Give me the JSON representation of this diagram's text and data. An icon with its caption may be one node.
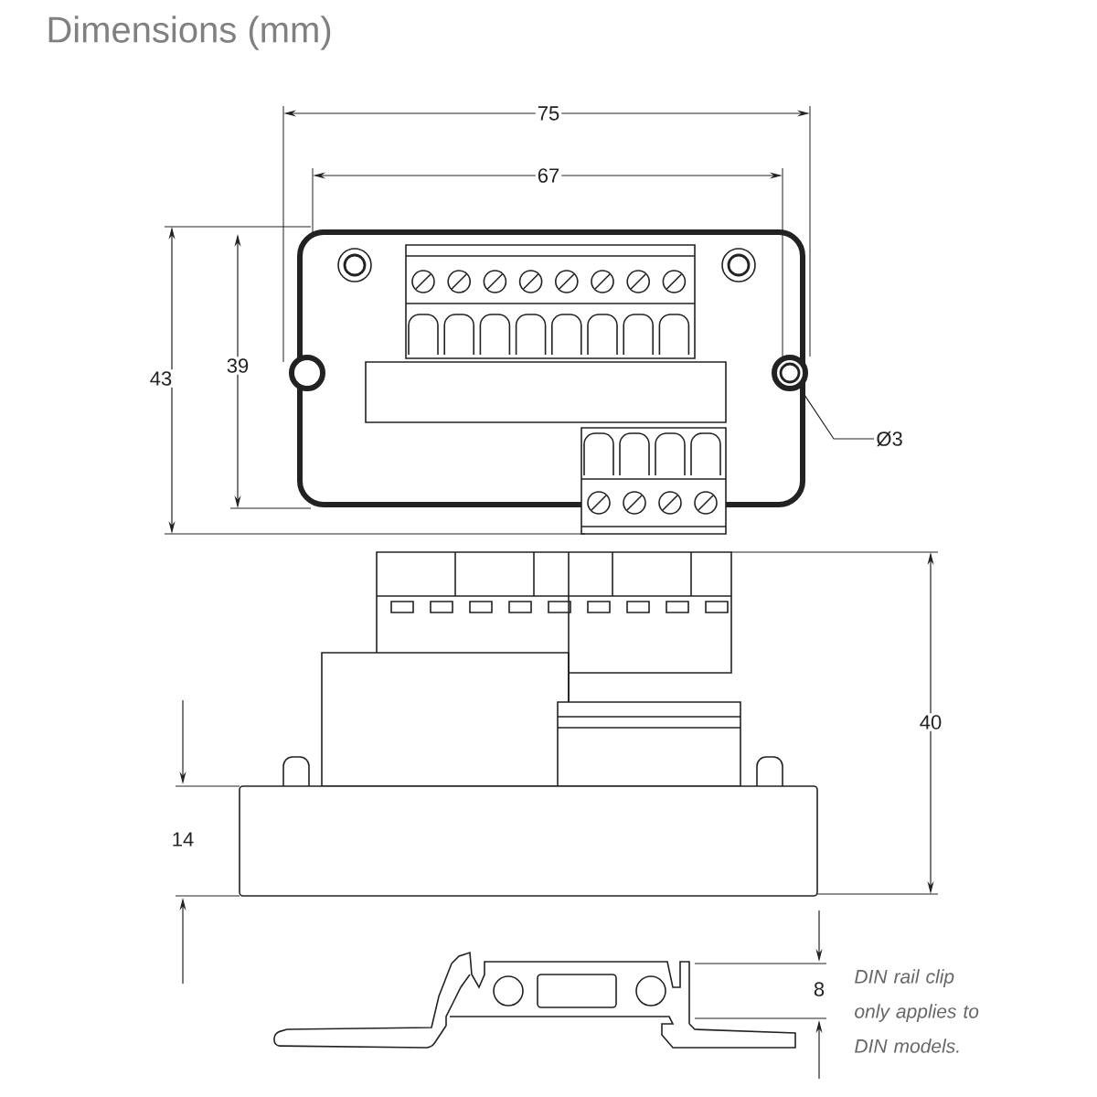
{
  "diagram": {
    "title": "Dimensions (mm)",
    "nodes": [
      {
        "text": [
          "Ø3"
        ]
      },
      {
        "text": [],
        "shape": "circle"
      }
    ],
    "edges": [
      {
        "from": 0,
        "to": 1,
        "arrow": "none"
      }
    ],
    "labels": [
      "75",
      "67",
      "43",
      "39",
      "40",
      "14",
      "8",
      "DIN rail clip only applies to DIN models."
    ]
  }
}
